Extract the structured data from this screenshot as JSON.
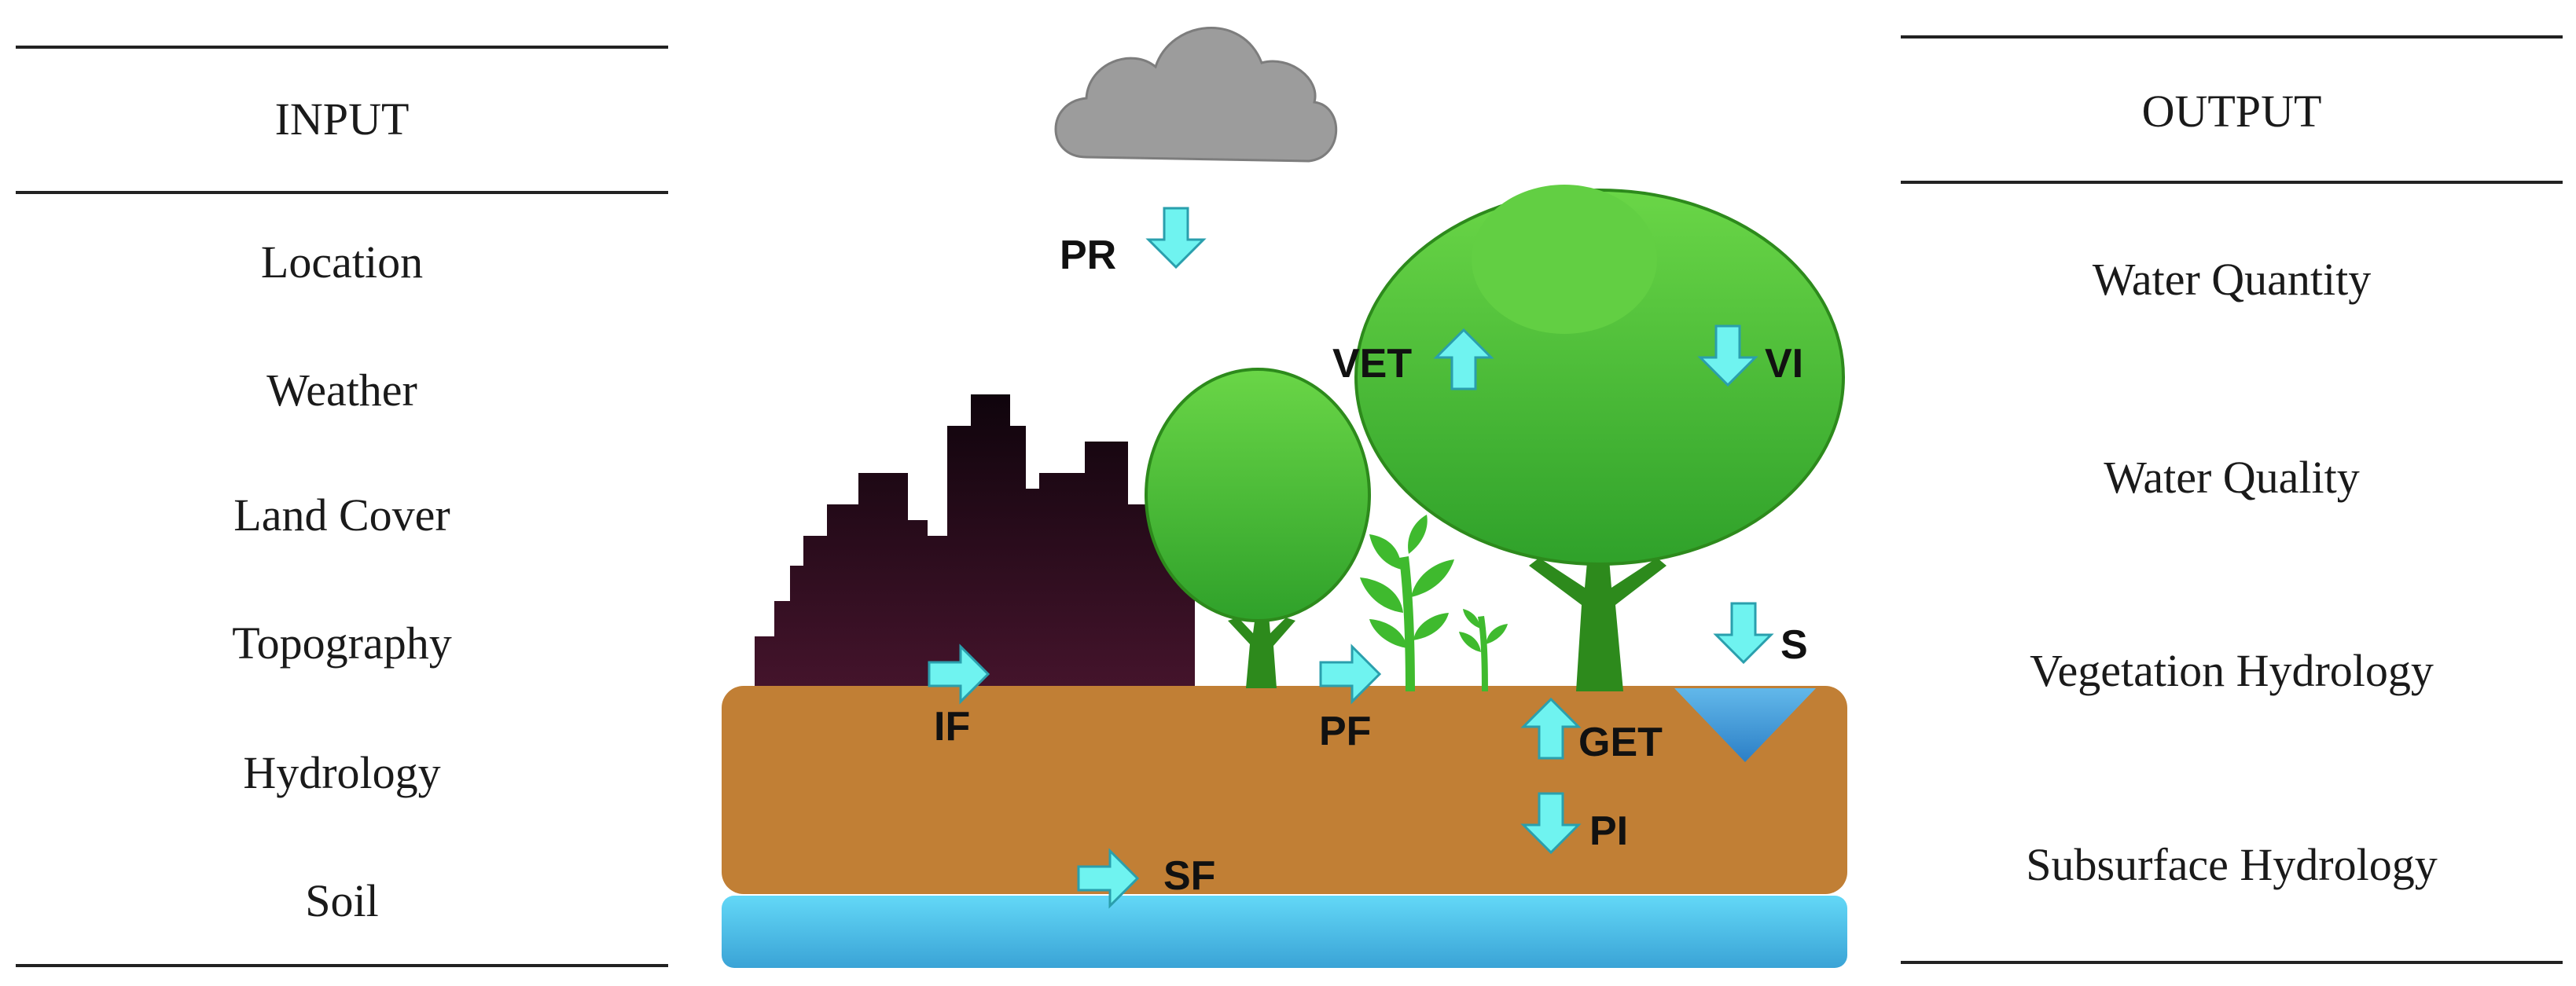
{
  "input": {
    "heading": "INPUT",
    "items": [
      "Location",
      "Weather",
      "Land Cover",
      "Topography",
      "Hydrology",
      "Soil"
    ]
  },
  "output": {
    "heading": "OUTPUT",
    "items": [
      "Water Quantity",
      "Water Quality",
      "Vegetation Hydrology",
      "Subsurface Hydrology"
    ]
  },
  "flows": {
    "pr": "PR",
    "vet": "VET",
    "vi": "VI",
    "s": "S",
    "if": "IF",
    "pf": "PF",
    "get": "GET",
    "pi": "PI",
    "sf": "SF"
  },
  "colors": {
    "soil": "#c17f35",
    "groundwater": "#4cc3ec",
    "arrow": "#6ff3f0",
    "tree": "#3fba2e",
    "trunk": "#2d8a1c",
    "city": "#2e0c1e",
    "cloud": "#9c9c9c",
    "pond": "#3f97d8"
  }
}
